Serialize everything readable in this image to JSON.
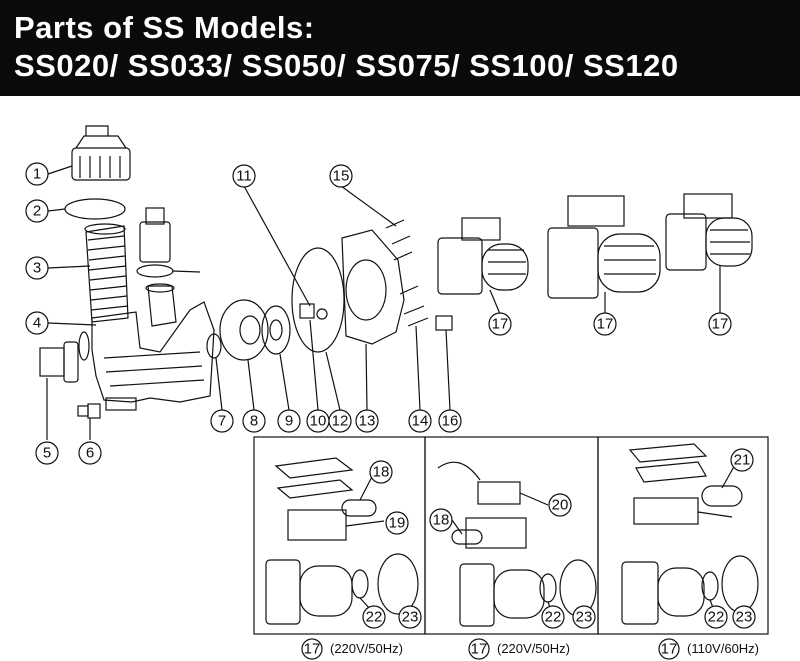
{
  "title": {
    "line1": "Parts of SS Models:",
    "line2": "SS020/ SS033/ SS050/ SS075/ SS100/ SS120"
  },
  "colors": {
    "header_bg": "#0a0a0a",
    "header_text": "#ffffff",
    "line": "#111111"
  },
  "callouts": [
    "1",
    "2",
    "3",
    "4",
    "5",
    "6",
    "7",
    "8",
    "9",
    "10",
    "11",
    "12",
    "13",
    "14",
    "15",
    "16",
    "17",
    "17",
    "17",
    "18",
    "19",
    "20",
    "18",
    "21",
    "22",
    "23",
    "22",
    "23",
    "22",
    "23"
  ],
  "captions": [
    {
      "num": "17",
      "text": "(220V/50Hz)"
    },
    {
      "num": "17",
      "text": "(220V/50Hz)"
    },
    {
      "num": "17",
      "text": "(110V/60Hz)"
    }
  ]
}
